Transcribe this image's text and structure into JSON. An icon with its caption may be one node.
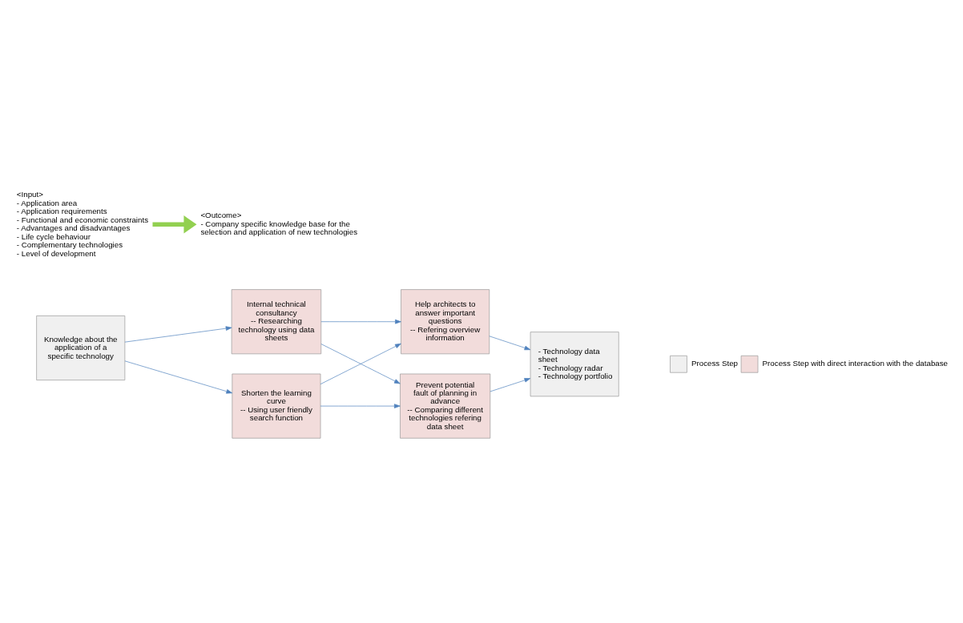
{
  "diagram": {
    "nodes": [
      {
        "text": [
          "Knowledge about the application of a specific technology"
        ]
      },
      {
        "text": [
          "Internal technical consultancy",
          "-- Researching technology using data sheets"
        ]
      },
      {
        "text": [
          "Shorten the learning curve",
          "-- Using user friendly search function"
        ]
      },
      {
        "text": [
          "Help architects to answer important questions",
          "-- Refering overview information"
        ]
      },
      {
        "text": [
          "Prevent potential fault of planning in advance",
          "-- Comparing different technologies refering data sheet"
        ]
      },
      {
        "text": [
          "- Technology data sheet",
          "- Technology radar",
          "- Technology portfolio"
        ]
      },
      {
        "text": [
          "<Input>",
          "- Application area",
          "- Application requirements",
          "- Functional and economic constraints",
          "- Advantages and disadvantages",
          "- Life cycle behaviour",
          "- Complementary technologies",
          "- Level of development"
        ]
      },
      {
        "text": [
          "<Outcome>",
          "- Company specific knowledge base for the selection and application of new technologies"
        ]
      }
    ],
    "edges": [
      {
        "from": 0,
        "to": 1,
        "arrow": "to"
      },
      {
        "from": 0,
        "to": 2,
        "arrow": "to"
      },
      {
        "from": 1,
        "to": 3,
        "arrow": "to"
      },
      {
        "from": 1,
        "to": 4,
        "arrow": "to"
      },
      {
        "from": 2,
        "to": 3,
        "arrow": "to"
      },
      {
        "from": 2,
        "to": 4,
        "arrow": "to"
      },
      {
        "from": 3,
        "to": 5,
        "arrow": "to"
      },
      {
        "from": 4,
        "to": 5,
        "arrow": "to"
      },
      {
        "from": 6,
        "to": 7,
        "arrow": "to",
        "style": "thick",
        "color": "#92d050"
      }
    ],
    "legend": [
      {
        "text": "Process Step",
        "color": "#f0f0f0"
      },
      {
        "text": "Process Step with direct interaction with the database",
        "color": "#f2dcdb"
      }
    ]
  }
}
